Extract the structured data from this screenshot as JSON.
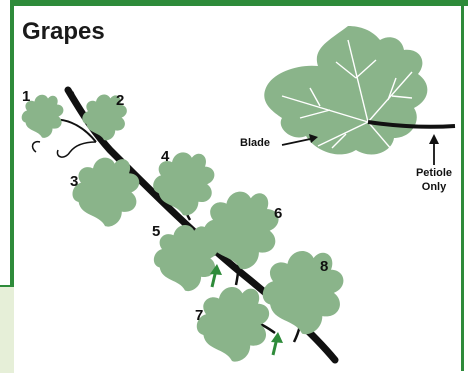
{
  "title": "Grapes",
  "labels": {
    "blade": "Blade",
    "petiole_line1": "Petiole",
    "petiole_line2": "Only"
  },
  "leaf_numbers": [
    "1",
    "2",
    "3",
    "4",
    "5",
    "6",
    "7",
    "8"
  ],
  "colors": {
    "frame": "#2e8b3a",
    "leaf": "#8ab48a",
    "leaf_vein": "#ffffff",
    "vine": "#111111",
    "arrow": "#2e8b3a",
    "panel": "#e6efd8"
  },
  "icons": [
    "grape-leaf-icon",
    "vine-stem-icon",
    "green-arrow-icon"
  ]
}
